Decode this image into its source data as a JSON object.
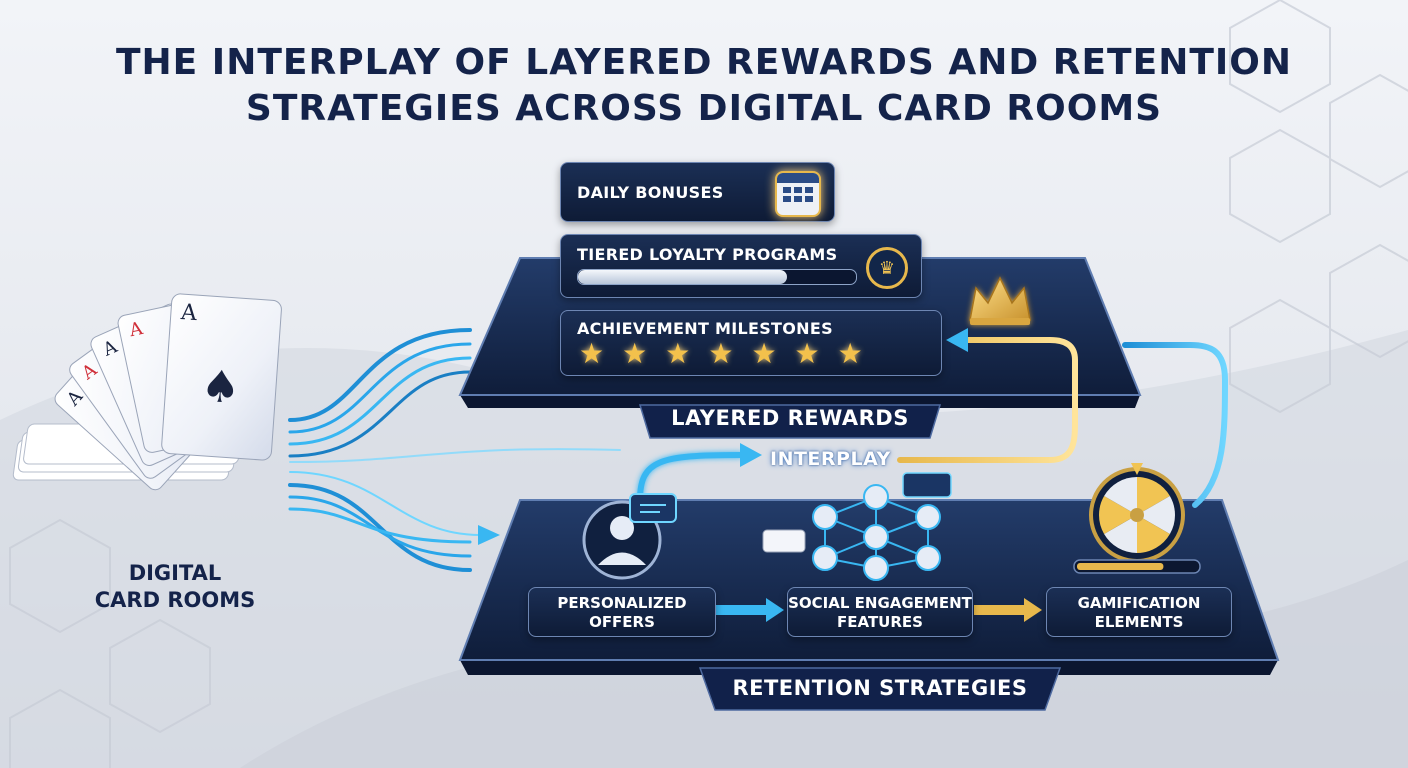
{
  "title": {
    "line1": "THE INTERPLAY OF LAYERED REWARDS AND RETENTION",
    "line2": "STRATEGIES ACROSS DIGITAL CARD ROOMS"
  },
  "source": {
    "label_line1": "DIGITAL",
    "label_line2": "CARD ROOMS"
  },
  "layered_rewards": {
    "label": "LAYERED REWARDS",
    "items": [
      {
        "label": "DAILY BONUSES",
        "icon": "calendar-icon"
      },
      {
        "label": "TIERED LOYALTY PROGRAMS",
        "icon": "crown-badge-icon",
        "progress": 0.75
      },
      {
        "label": "ACHIEVEMENT MILESTONES",
        "icon": "star-icon",
        "stars": 7
      }
    ]
  },
  "interplay": {
    "label": "INTERPLAY"
  },
  "retention_strategies": {
    "label": "RETENTION STRATEGIES",
    "items": [
      {
        "label_line1": "PERSONALIZED",
        "label_line2": "OFFERS",
        "icon": "user-chat-icon"
      },
      {
        "label_line1": "SOCIAL ENGAGEMENT",
        "label_line2": "FEATURES",
        "icon": "network-icon"
      },
      {
        "label_line1": "GAMIFICATION",
        "label_line2": "ELEMENTS",
        "icon": "prize-wheel-icon",
        "progress": 0.72
      }
    ]
  },
  "colors": {
    "navy": "#14234a",
    "panel": "#12254a",
    "flow_blue": "#39b7f2",
    "gold": "#e7b84c"
  }
}
